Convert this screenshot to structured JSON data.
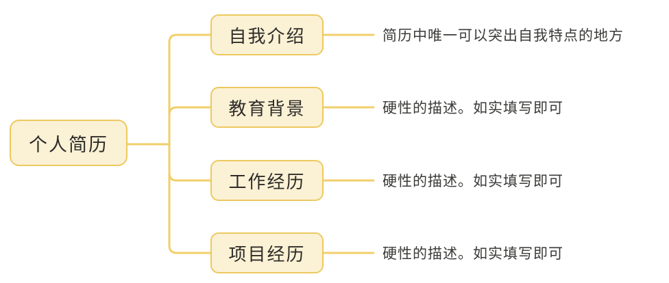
{
  "diagram": {
    "type": "mindmap",
    "orientation": "left-to-right",
    "root": {
      "label": "个人简历"
    },
    "branches": [
      {
        "label": "自我介绍",
        "description": "简历中唯一可以突出自我特点的地方"
      },
      {
        "label": "教育背景",
        "description": "硬性的描述。如实填写即可"
      },
      {
        "label": "工作经历",
        "description": "硬性的描述。如实填写即可"
      },
      {
        "label": "项目经历",
        "description": "硬性的描述。如实填写即可"
      }
    ],
    "colors": {
      "node_fill": "#fbf1d5",
      "node_border": "#ecc95f",
      "connector": "#f0cf6a",
      "node_text": "#2e2c29",
      "description_text": "#3a3a38",
      "background": "#ffffff"
    }
  }
}
